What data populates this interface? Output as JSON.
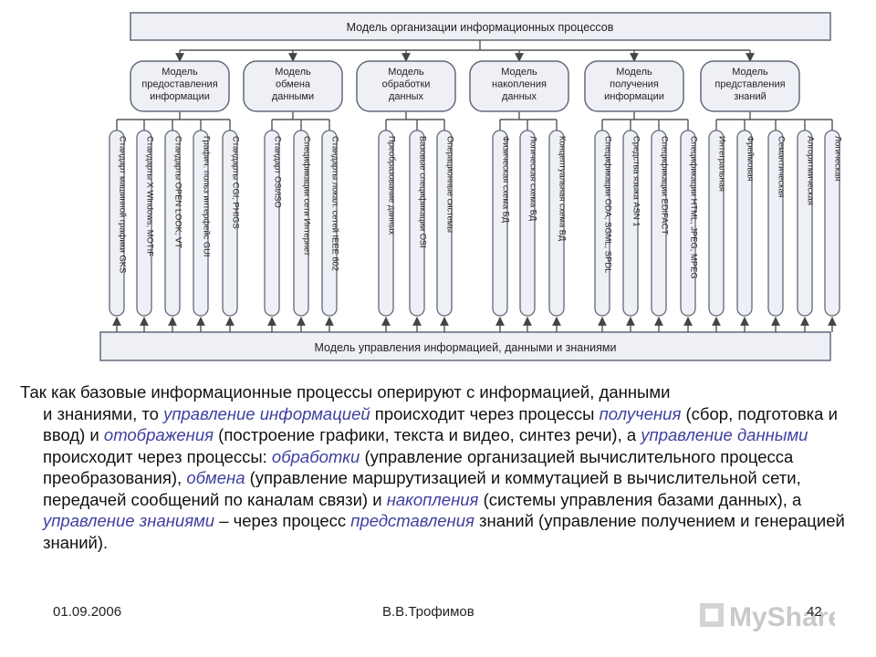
{
  "diagram": {
    "top_title": "Модель организации информационных процессов",
    "bottom_title": "Модель управления информацией, данными и знаниями",
    "groups": [
      {
        "title": [
          "Модель",
          "предоставления",
          "информации"
        ],
        "items": [
          "Стандарт машинной графики GKS",
          "Стандарты X Windows, MOTIF",
          "Стандарты OPEN LOOK, VT",
          "Графич. польз интерфейс GUI",
          "Стандарты CGI, PHIGS"
        ]
      },
      {
        "title": [
          "Модель",
          "обмена",
          "данными"
        ],
        "items": [
          "Стандарт OSI/ISO",
          "Спецификации сети Интернет",
          "Стандарты локал. сетей IEEE 802"
        ]
      },
      {
        "title": [
          "Модель",
          "обработки",
          "данных"
        ],
        "items": [
          "Преобразование данных",
          "Базовые спецификации OSI",
          "Операционные системы"
        ]
      },
      {
        "title": [
          "Модель",
          "накопления",
          "данных"
        ],
        "items": [
          "Физическая схема БД",
          "Логическая схема БД",
          "Концептуальная схема БД"
        ]
      },
      {
        "title": [
          "Модель",
          "получения",
          "информации"
        ],
        "items": [
          "Спецификации ODA, SGML, SPDL",
          "Средства языка ASN 1",
          "Спецификации EDIFACT",
          "Спецификации HTML, JPEG, MPEG"
        ]
      },
      {
        "title": [
          "Модель",
          "представления",
          "знаний"
        ],
        "items": [
          "Интегральная",
          "Фреймовая",
          "Семантическая",
          "Алгоритмическая",
          "Логическая"
        ]
      }
    ]
  },
  "text": {
    "s1": "Так как базовые информационные процессы оперируют с информацией, данными",
    "s2": "и знаниями, то ",
    "h1": "управление информацией",
    "s3": " происходит через процессы ",
    "h2": "получения",
    "s4": " (сбор, подготовка и ввод) и ",
    "h3": "отображения",
    "s5": " (построение графики, текста и видео, синтез речи), а ",
    "h4": "управление данными",
    "s6": " происходит через процессы: ",
    "h5": "обработки",
    "s7": " (управление организацией вычислительного процесса преобразования), ",
    "h6": "обмена",
    "s8": " (управление маршрутизацией и коммутацией в вычислительной сети, передачей сообщений по каналам связи) и ",
    "h7": "накопления",
    "s9": " (системы управления базами данных), а ",
    "h8": "управление знаниями",
    "s10": " – через процесс ",
    "h9": "представления",
    "s11": " знаний (управление получением и генерацией знаний)."
  },
  "footer": {
    "date": "01.09.2006",
    "author": "В.В.Трофимов",
    "page": "42",
    "logo": "MyShared"
  }
}
